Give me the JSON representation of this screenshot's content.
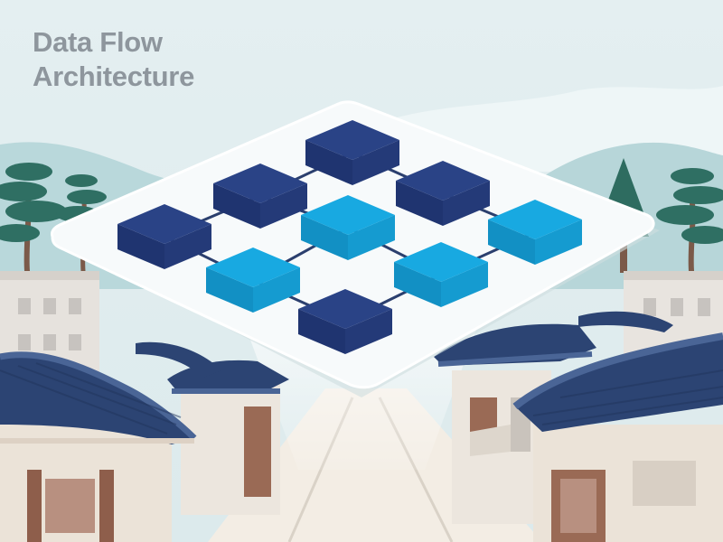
{
  "title": {
    "line1": "Data Flow",
    "line2": "Architecture"
  },
  "colors": {
    "sky": "#e4eff1",
    "hill": "#b7d7da",
    "pine": "#2f6f63",
    "trunk": "#7b5a49",
    "wall": "#efe9e2",
    "roof_tile": "#2c4473",
    "roof_light": "#4a6596",
    "wood": "#9a6a55",
    "street": "#f3ede4",
    "platform": "#f7fafb",
    "block_dark": "#2a4386",
    "block_light": "#18a9e1",
    "connector": "#2b3f6e",
    "title": "#8e969d"
  },
  "diagram": {
    "nodes": [
      {
        "id": "n1",
        "kind": "dark"
      },
      {
        "id": "n2",
        "kind": "dark"
      },
      {
        "id": "n3",
        "kind": "dark"
      },
      {
        "id": "n4",
        "kind": "dark"
      },
      {
        "id": "n5",
        "kind": "light"
      },
      {
        "id": "n6",
        "kind": "light"
      },
      {
        "id": "n7",
        "kind": "light"
      },
      {
        "id": "n8",
        "kind": "light"
      },
      {
        "id": "n9",
        "kind": "dark"
      }
    ],
    "edges": [
      [
        "n1",
        "n2"
      ],
      [
        "n2",
        "n3"
      ],
      [
        "n3",
        "n4"
      ],
      [
        "n2",
        "n5"
      ],
      [
        "n4",
        "n6"
      ],
      [
        "n1",
        "n7"
      ],
      [
        "n5",
        "n7"
      ],
      [
        "n5",
        "n8"
      ],
      [
        "n6",
        "n8"
      ],
      [
        "n7",
        "n9"
      ],
      [
        "n8",
        "n9"
      ]
    ]
  },
  "scene": {
    "buildings": [
      "hanok-left-large",
      "hanok-left-small",
      "hanok-right-large",
      "hanok-right-mid",
      "apartment-left",
      "apartment-right"
    ],
    "trees": [
      "pine-left-1",
      "pine-left-2",
      "pine-right-1",
      "pine-right-2"
    ]
  }
}
